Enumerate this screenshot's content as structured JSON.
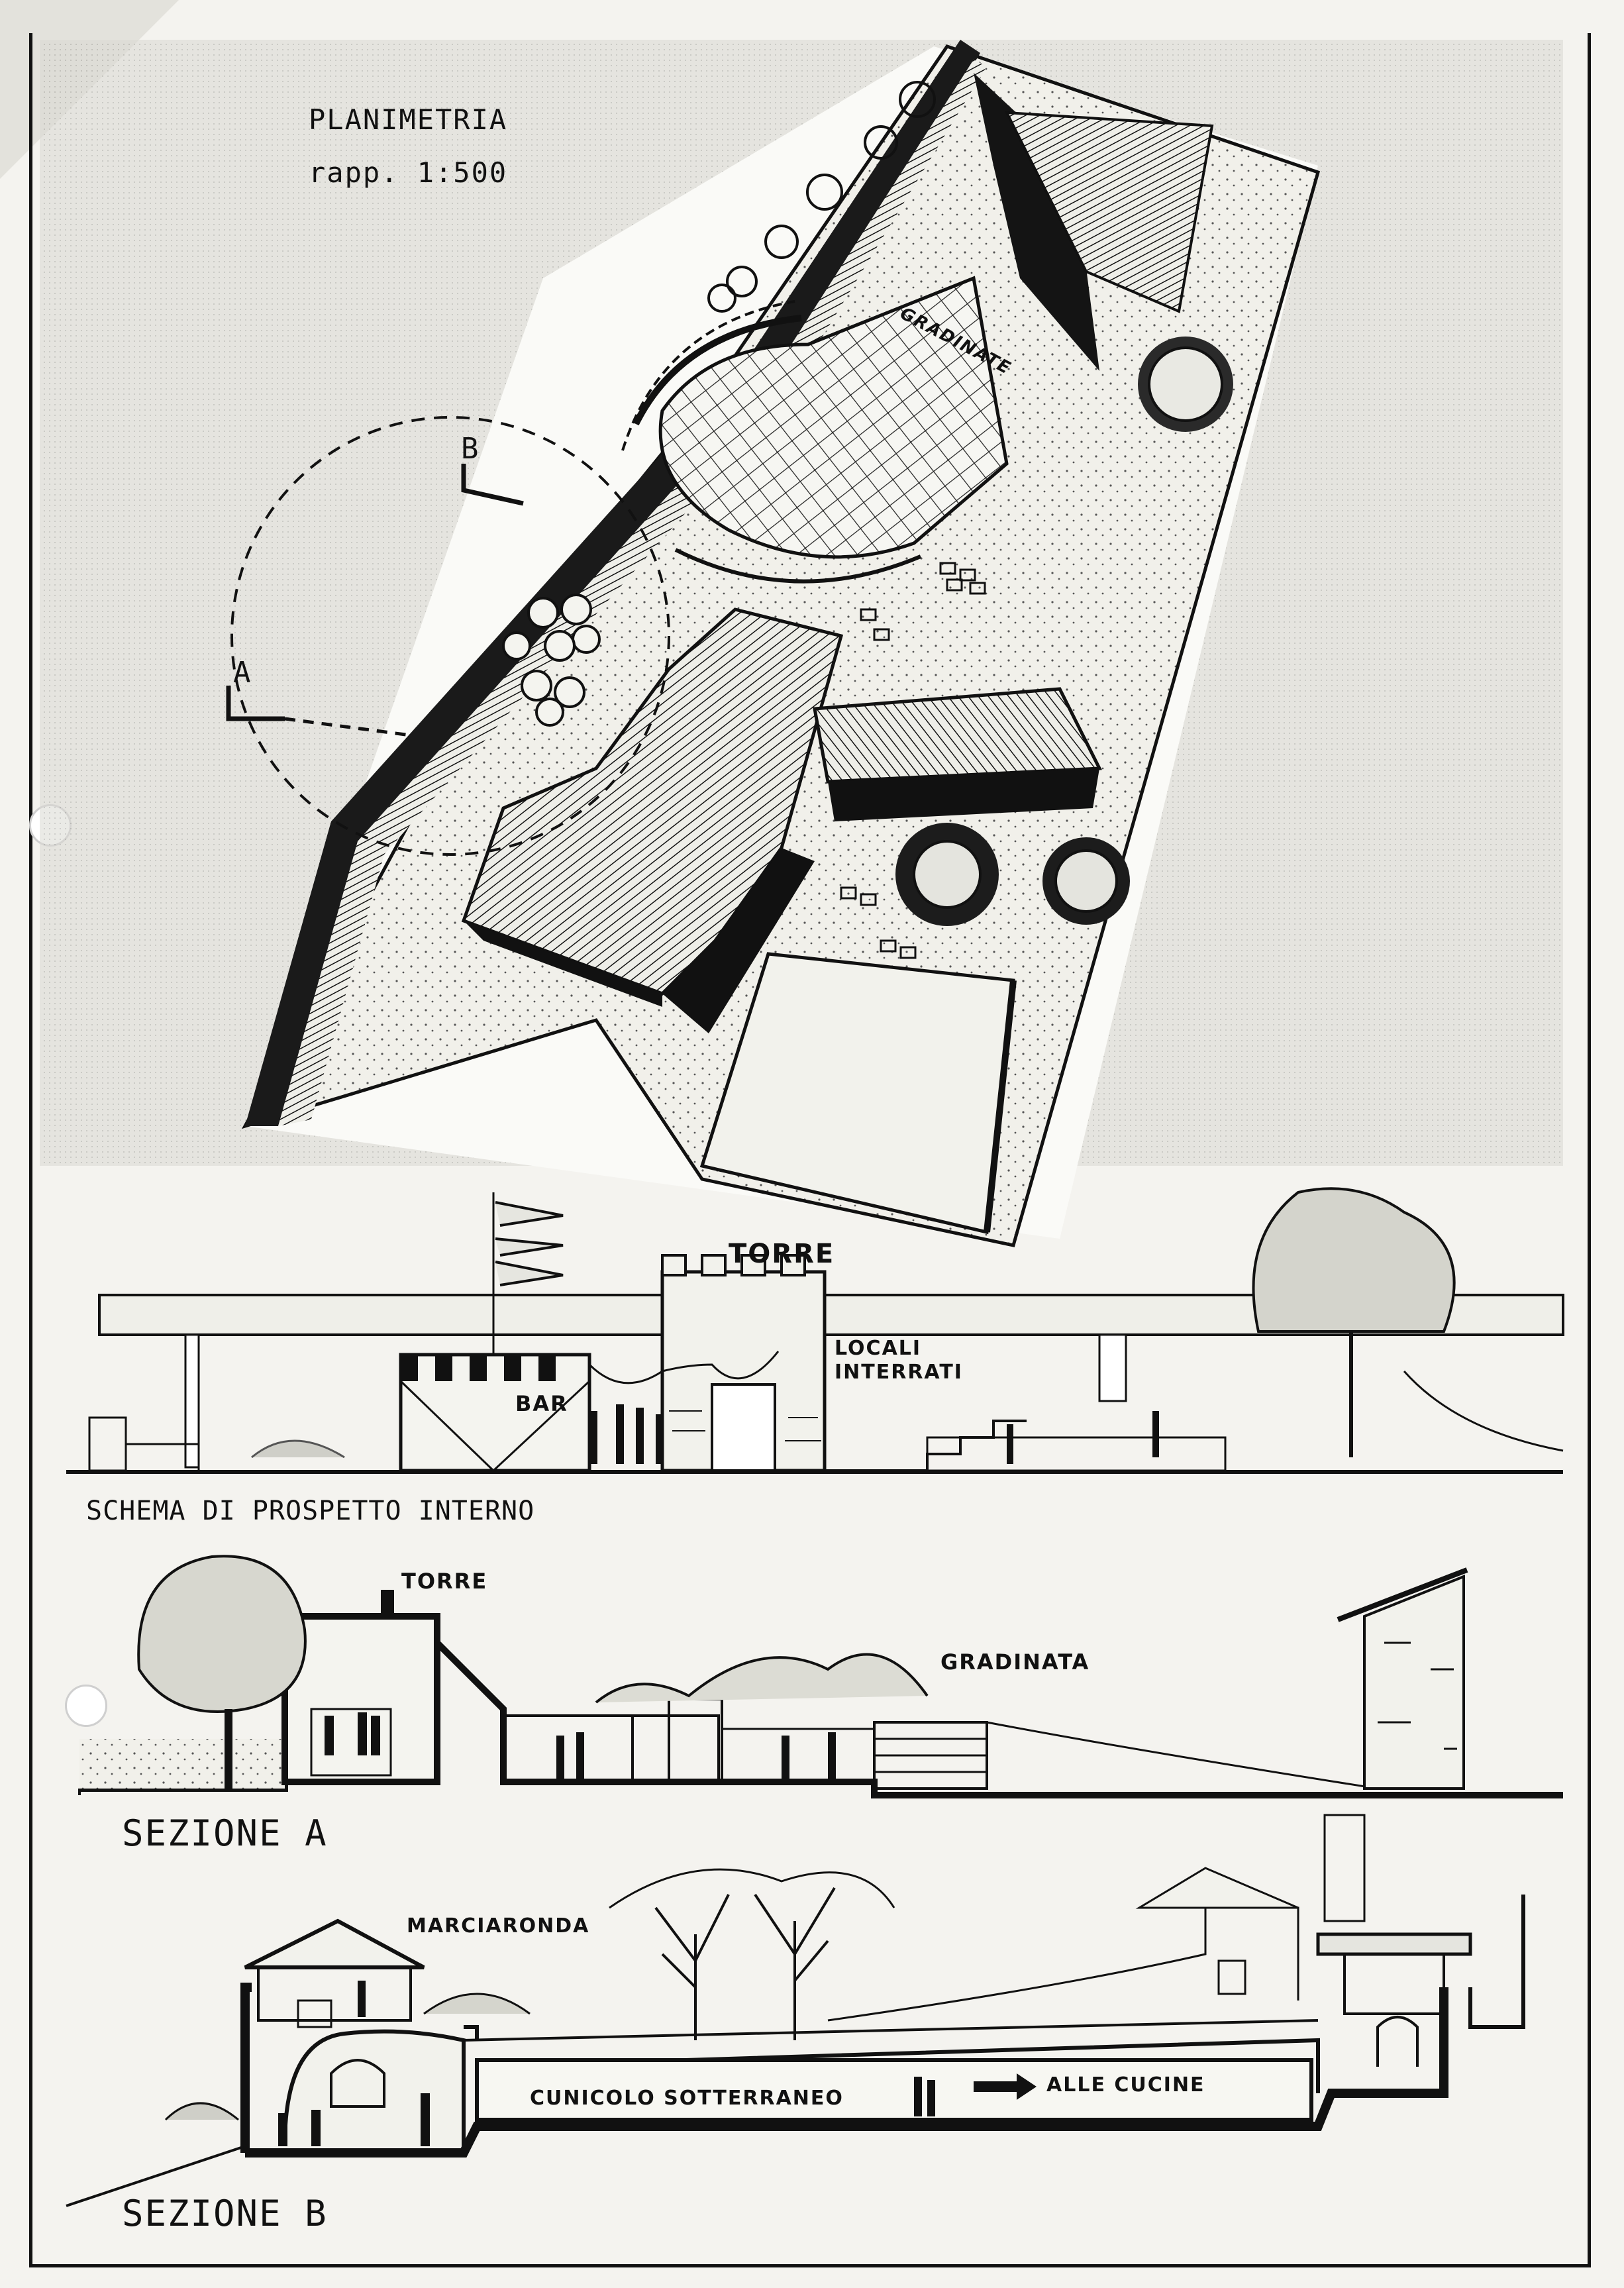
{
  "plan": {
    "title": "PLANIMETRIA",
    "scale": "rapp. 1:500",
    "section_marker_a": "A",
    "section_marker_b": "B",
    "label_gradinate": "GRADINATE"
  },
  "elevation": {
    "caption": "SCHEMA DI PROSPETTO INTERNO",
    "label_torre": "TORRE",
    "label_locali_1": "LOCALI",
    "label_locali_2": "INTERRATI",
    "label_bar": "BAR"
  },
  "section_a": {
    "caption": "SEZIONE A",
    "label_torre": "TORRE",
    "label_gradinata": "GRADINATA"
  },
  "section_b": {
    "caption": "SEZIONE B",
    "label_marciaronda": "MARCIARONDA",
    "label_cunicolo": "CUNICOLO SOTTERRANEO",
    "label_cucine": "ALLE CUCINE"
  }
}
